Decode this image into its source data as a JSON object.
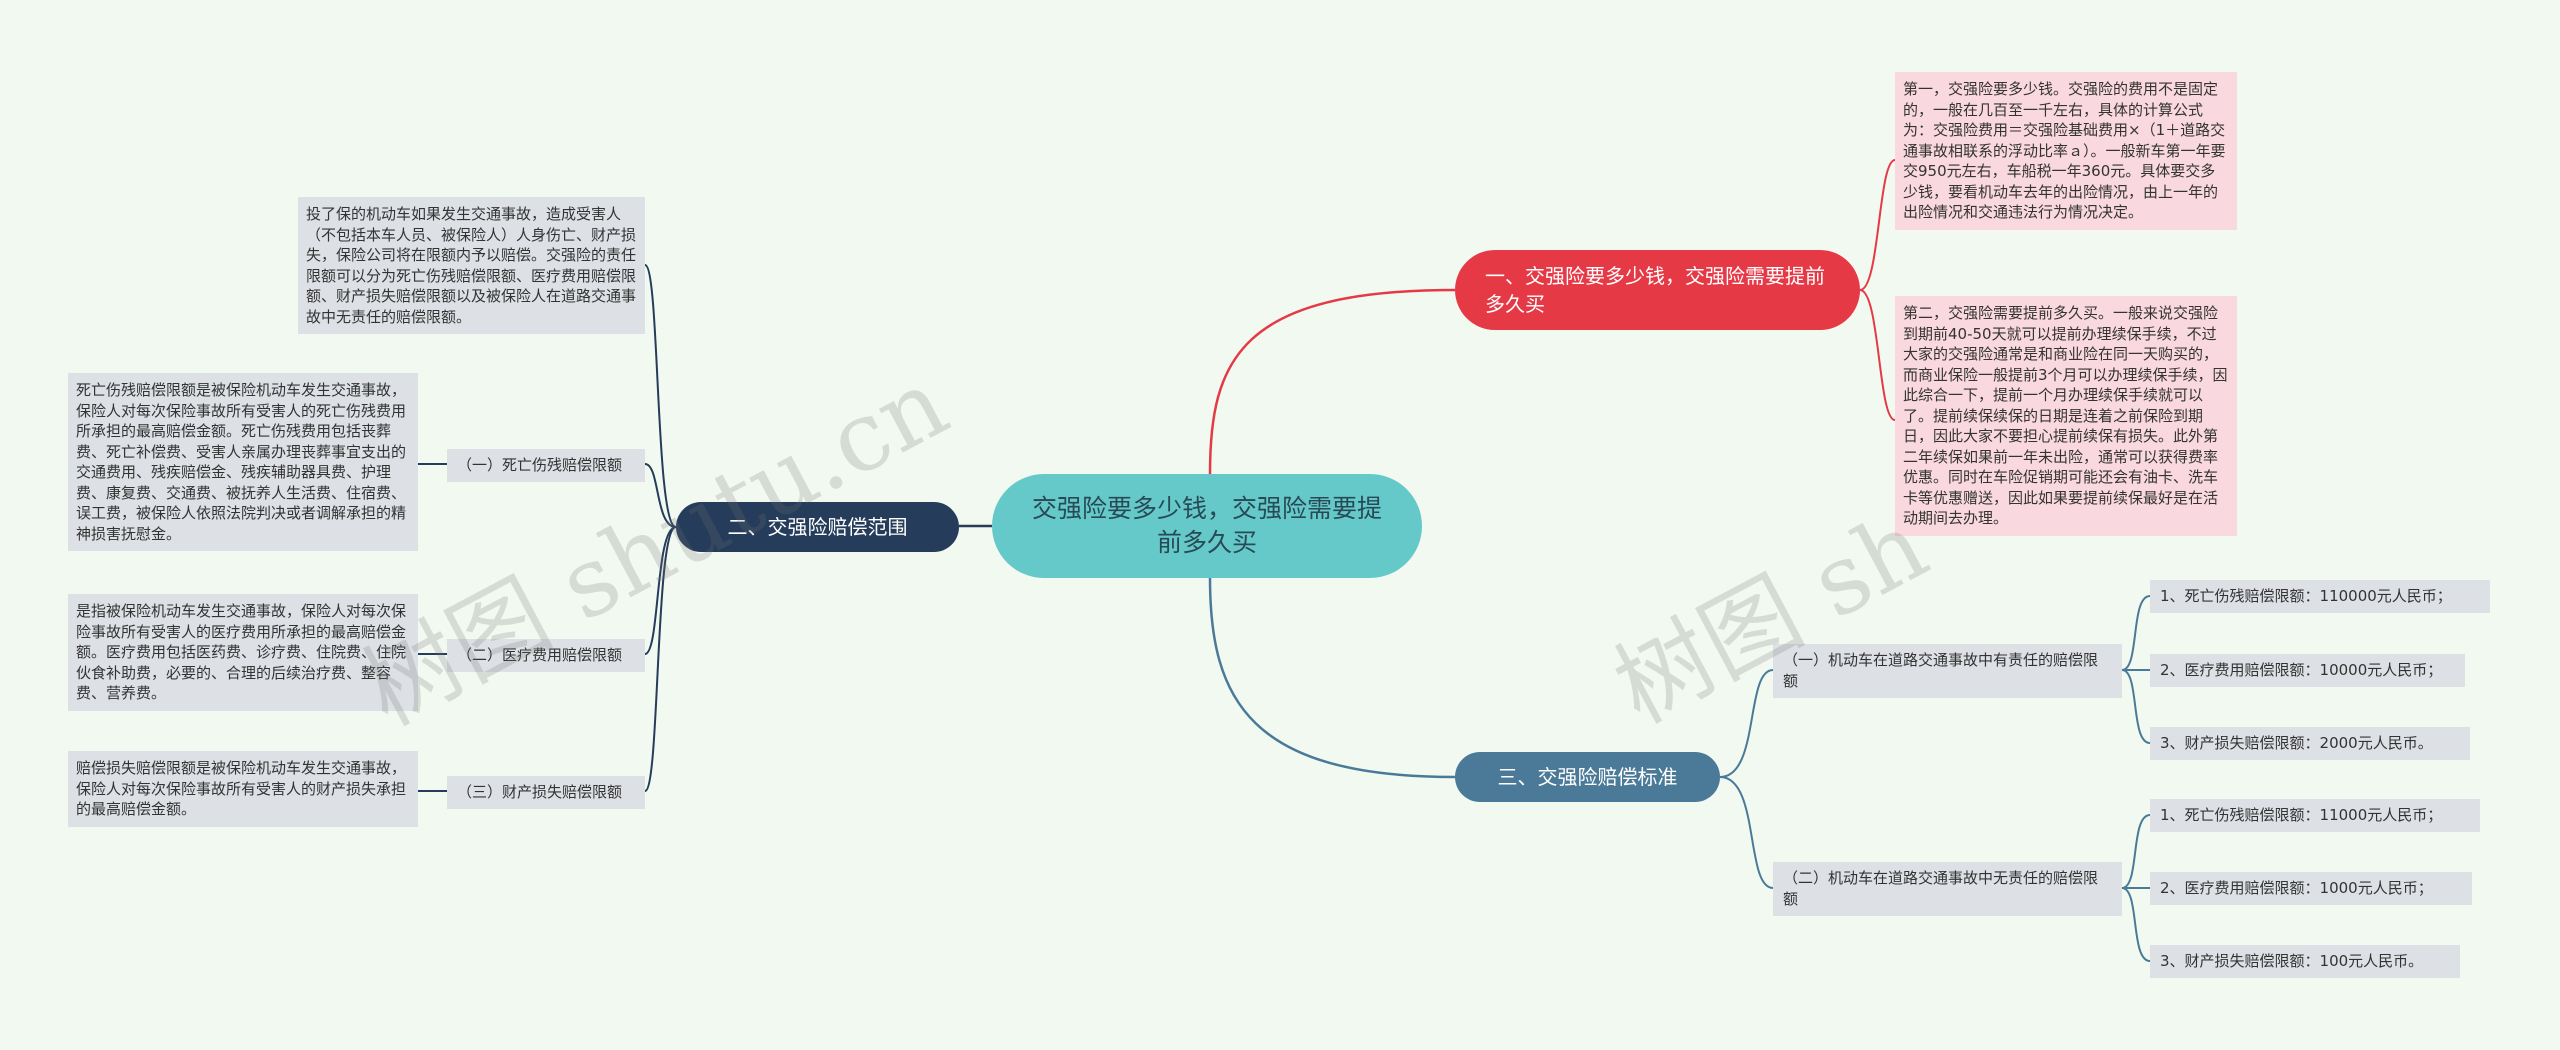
{
  "central": "交强险要多少钱，交强险需要提前多久买",
  "branches": {
    "b1": {
      "label": "一、交强险要多少钱，交强险需要提前多久买",
      "paras": [
        "第一，交强险要多少钱。交强险的费用不是固定的，一般在几百至一千左右，具体的计算公式为：交强险费用＝交强险基础费用×（1＋道路交通事故相联系的浮动比率ａ）。一般新车第一年要交950元左右，车船税一年360元。具体要交多少钱，要看机动车去年的出险情况，由上一年的出险情况和交通违法行为情况决定。",
        "第二，交强险需要提前多久买。一般来说交强险到期前40-50天就可以提前办理续保手续，不过大家的交强险通常是和商业险在同一天购买的，而商业保险一般提前3个月可以办理续保手续，因此综合一下，提前一个月办理续保手续就可以了。提前续保续保的日期是连着之前保险到期日，因此大家不要担心提前续保有损失。此外第二年续保如果前一年未出险，通常可以获得费率优惠。同时在车险促销期可能还会有油卡、洗车卡等优惠赠送，因此如果要提前续保最好是在活动期间去办理。"
      ]
    },
    "b2": {
      "label": "二、交强险赔偿范围",
      "intro": "投了保的机动车如果发生交通事故，造成受害人（不包括本车人员、被保险人）人身伤亡、财产损失，保险公司将在限额内予以赔偿。交强险的责任限额可以分为死亡伤残赔偿限额、医疗费用赔偿限额、财产损失赔偿限额以及被保险人在道路交通事故中无责任的赔偿限额。",
      "subs": [
        {
          "label": "（一）死亡伤残赔偿限额",
          "desc": "死亡伤残赔偿限额是被保险机动车发生交通事故，保险人对每次保险事故所有受害人的死亡伤残费用所承担的最高赔偿金额。死亡伤残费用包括丧葬费、死亡补偿费、受害人亲属办理丧葬事宜支出的交通费用、残疾赔偿金、残疾辅助器具费、护理费、康复费、交通费、被抚养人生活费、住宿费、误工费，被保险人依照法院判决或者调解承担的精神损害抚慰金。"
        },
        {
          "label": "（二）医疗费用赔偿限额",
          "desc": "是指被保险机动车发生交通事故，保险人对每次保险事故所有受害人的医疗费用所承担的最高赔偿金额。医疗费用包括医药费、诊疗费、住院费、住院伙食补助费，必要的、合理的后续治疗费、整容费、营养费。"
        },
        {
          "label": "（三）财产损失赔偿限额",
          "desc": "赔偿损失赔偿限额是被保险机动车发生交通事故，保险人对每次保险事故所有受害人的财产损失承担的最高赔偿金额。"
        }
      ]
    },
    "b3": {
      "label": "三、交强险赔偿标准",
      "groups": [
        {
          "label": "（一）机动车在道路交通事故中有责任的赔偿限额",
          "items": [
            "1、死亡伤残赔偿限额：110000元人民币；",
            "2、医疗费用赔偿限额：10000元人民币；",
            "3、财产损失赔偿限额：2000元人民币。"
          ]
        },
        {
          "label": "（二）机动车在道路交通事故中无责任的赔偿限额",
          "items": [
            "1、死亡伤残赔偿限额：11000元人民币；",
            "2、医疗费用赔偿限额：1000元人民币；",
            "3、财产损失赔偿限额：100元人民币。"
          ]
        }
      ]
    }
  },
  "watermarks": [
    "树图 shutu.cn",
    "树图 sh"
  ],
  "colors": {
    "background": "#f1f9f0",
    "central": "#66c9c9",
    "branch1": "#e63946",
    "branch2": "#253c5a",
    "branch3": "#4a7a98",
    "pink_box": "#f9d8df",
    "gray_box": "#dde0e5"
  }
}
